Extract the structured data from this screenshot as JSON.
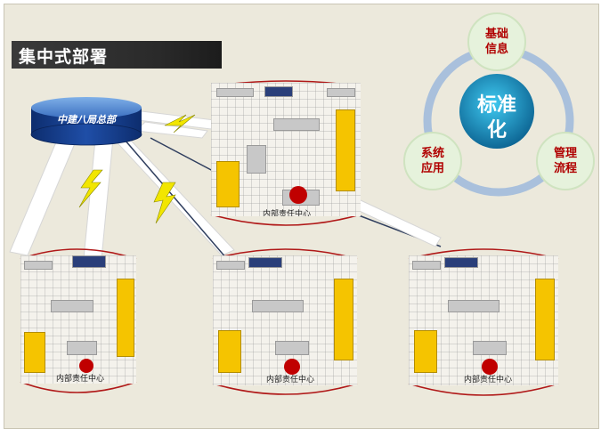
{
  "title": "集中式部署",
  "hub": {
    "label": "中建八局总部"
  },
  "cycle": {
    "center": [
      "标准",
      "化"
    ],
    "nodes": [
      {
        "lines": [
          "基础",
          "信息"
        ]
      },
      {
        "lines": [
          "管理",
          "流程"
        ]
      },
      {
        "lines": [
          "系统",
          "应用"
        ]
      }
    ]
  },
  "panels": [
    {
      "label": "内部责任中心"
    },
    {
      "label": "内部责任中心"
    },
    {
      "label": "内部责任中心"
    },
    {
      "label": "内部责任中心"
    }
  ],
  "colors": {
    "title_bar": "#2f2f2f",
    "ring": "#a9c0dc",
    "node_fill": "#e6f2dc",
    "center_fill": "#0a7fae",
    "node_text": "#b00000",
    "lightning": "#f2e600"
  },
  "icons": [
    "database-icon",
    "lightning-icon"
  ]
}
